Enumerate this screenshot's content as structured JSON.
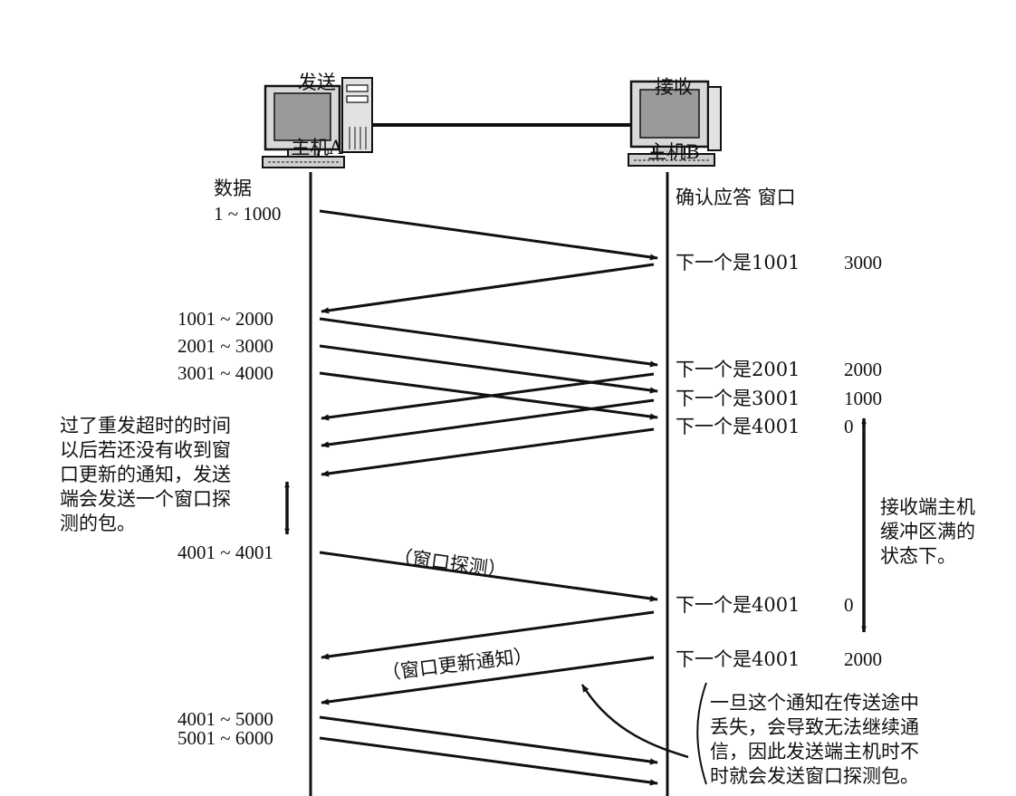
{
  "hosts": {
    "a": {
      "title_line1": "发送",
      "title_line2": "主机A"
    },
    "b": {
      "title_line1": "接收",
      "title_line2": "主机B"
    }
  },
  "column_headers": {
    "data": "数据",
    "ack_window": "确认应答 窗口"
  },
  "sender_labels": [
    "1 ~ 1000",
    "1001 ~ 2000",
    "2001 ~ 3000",
    "3001 ~ 4000",
    "4001 ~ 4001",
    "4001 ~ 5000",
    "5001 ~ 6000"
  ],
  "receiver_acks": [
    {
      "ack": "下一个是1001",
      "window": "3000"
    },
    {
      "ack": "下一个是2001",
      "window": "2000"
    },
    {
      "ack": "下一个是3001",
      "window": "1000"
    },
    {
      "ack": "下一个是4001",
      "window": "0"
    },
    {
      "ack": "下一个是4001",
      "window": "0"
    },
    {
      "ack": "下一个是4001",
      "window": "2000"
    }
  ],
  "annotations": {
    "probe_timeout": "过了重发超时的时间\n以后若还没有收到窗\n口更新的通知，发送\n端会发送一个窗口探\n测的包。",
    "buffer_full": "接收端主机\n缓冲区满的\n状态下。",
    "lost_notice": "一旦这个通知在传送途中\n丢失，会导致无法继续通\n信，因此发送端主机时不\n时就会发送窗口探测包。",
    "probe_label": "（窗口探测）",
    "update_label": "（窗口更新通知）"
  }
}
